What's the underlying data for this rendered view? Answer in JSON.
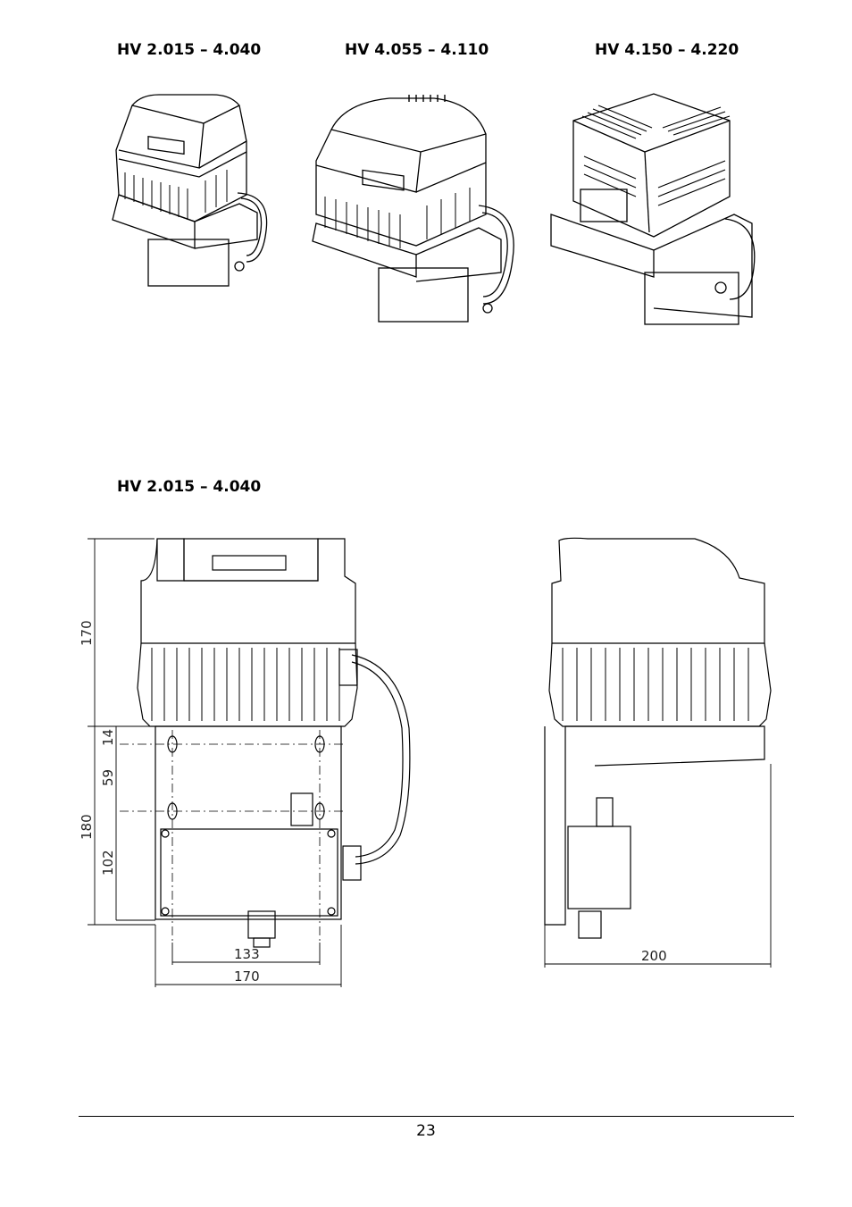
{
  "models": {
    "first": "HV 2.015 – 4.040",
    "second": "HV 4.055 – 4.110",
    "third": "HV 4.150 – 4.220"
  },
  "drawing": {
    "title": "HV 2.015 – 4.040",
    "dims": {
      "height_upper": "170",
      "d14": "14",
      "d59": "59",
      "d180": "180",
      "d102": "102",
      "d133": "133",
      "width": "170",
      "depth": "200"
    }
  },
  "page": {
    "number": "23"
  }
}
